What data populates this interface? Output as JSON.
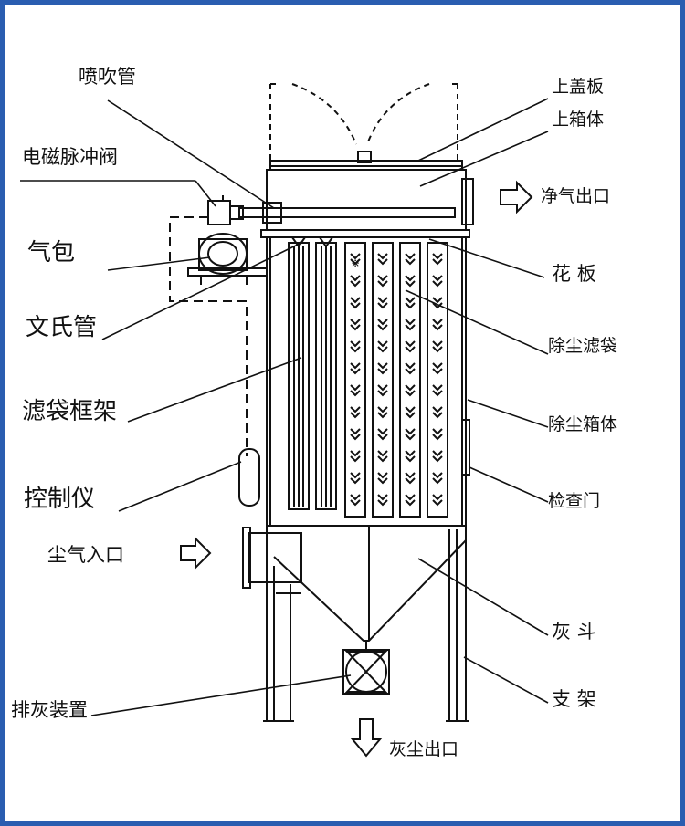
{
  "labels": {
    "pen_chui_guan": "喷吹管",
    "dian_ci_mai_chong_fa": "电磁脉冲阀",
    "qi_bao": "气包",
    "wen_shi_guan": "文氏管",
    "lv_dai_kuang_jia": "滤袋框架",
    "kong_zhi_yi": "控制仪",
    "chen_qi_ru_kou": "尘气入口",
    "pai_hui_zhuang_zhi": "排灰装置",
    "shang_gai_ban": "上盖板",
    "shang_xiang_ti": "上箱体",
    "jing_qi_chu_kou": "净气出口",
    "hua_ban": "花 板",
    "chu_chen_lv_dai": "除尘滤袋",
    "chu_chen_xiang_ti": "除尘箱体",
    "jian_cha_men": "检查门",
    "hui_dou": "灰 斗",
    "zhi_jia": "支 架",
    "hui_chen_chu_kou": "灰尘出口"
  },
  "colors": {
    "border": "#2a5db0",
    "ink": "#111111"
  }
}
